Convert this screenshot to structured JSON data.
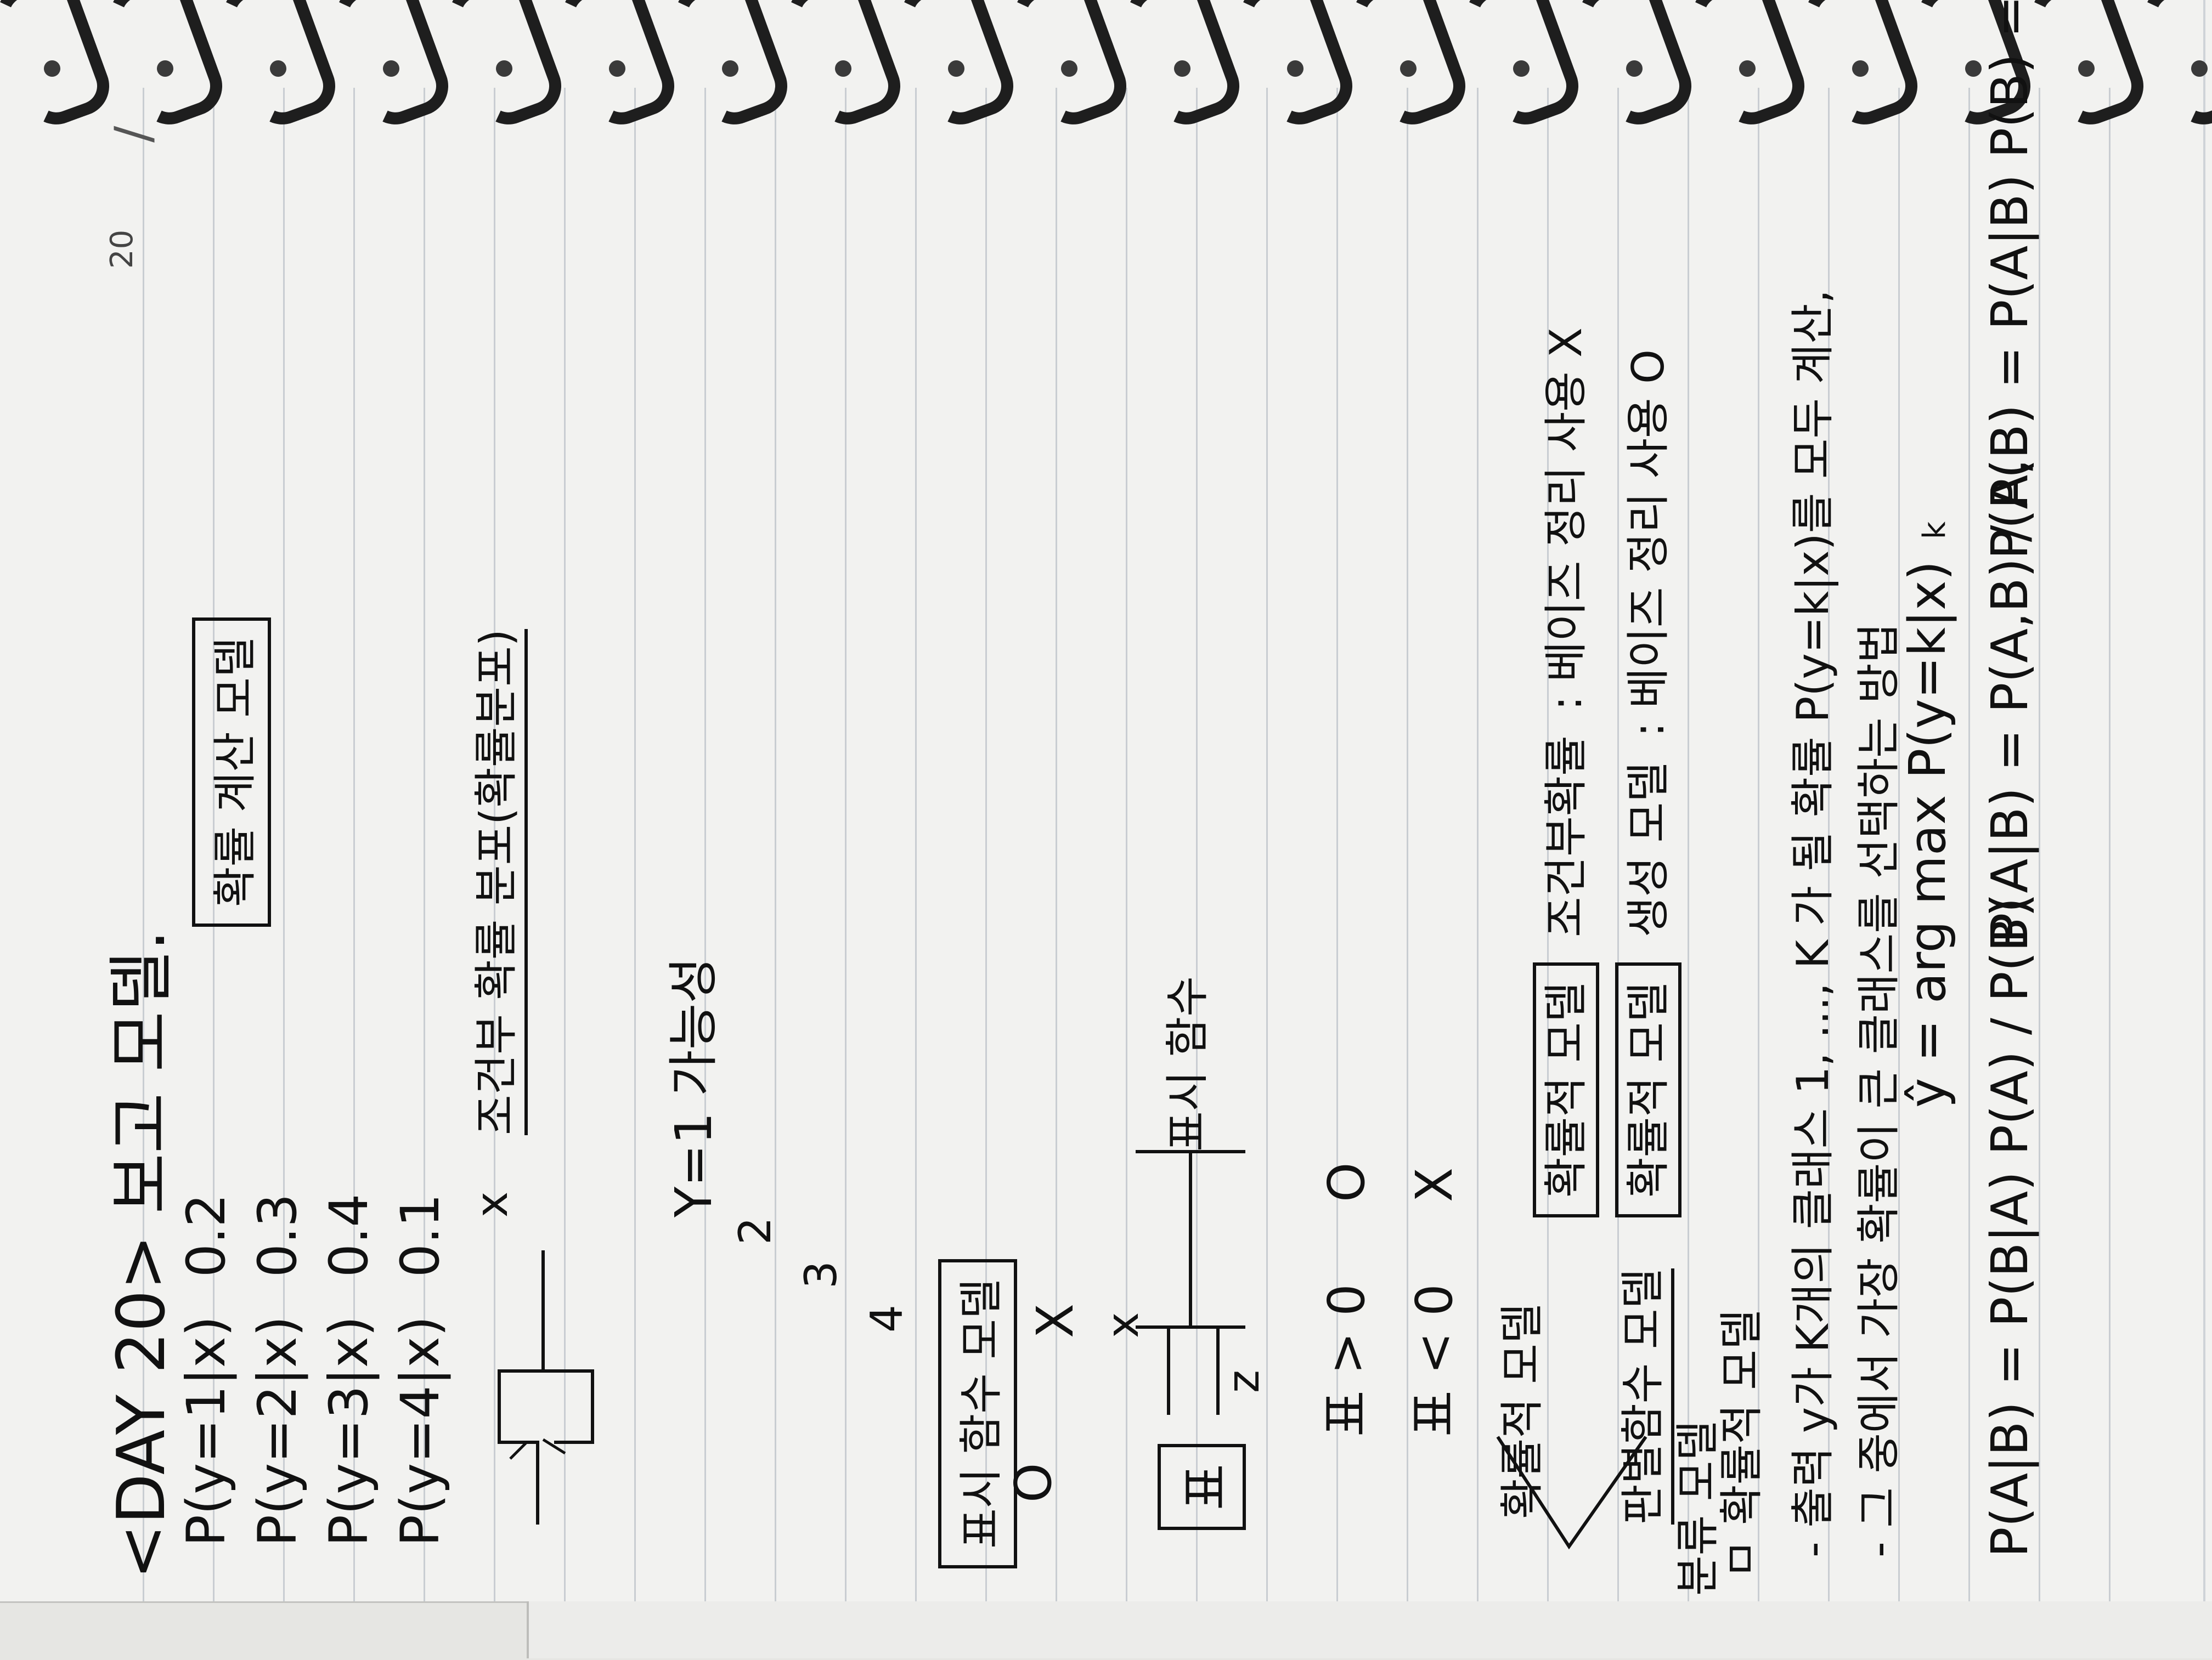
{
  "page": {
    "title": "<DAY 20> 보고 모델.",
    "page_number": "20",
    "date_mark": "/"
  },
  "probabilities": {
    "items": [
      {
        "expr": "P(y=1|x)",
        "value": "0.2"
      },
      {
        "expr": "P(y=2|x)",
        "value": "0.3"
      },
      {
        "expr": "P(y=3|x)",
        "value": "0.4"
      },
      {
        "expr": "P(y=4|x)",
        "value": "0.1"
      }
    ],
    "box_label": "확률 계산 모델"
  },
  "diagram1": {
    "input": "x",
    "caption": "조건부 확률 분포(확률분포)",
    "output": "Y=1 가능성",
    "outputs": [
      "2",
      "3",
      "4"
    ]
  },
  "diagram2": {
    "box_label": "표시 함수 모델",
    "marks": [
      "O",
      "X"
    ],
    "input_top": "x",
    "input_bottom": "z",
    "block": "표",
    "right_label": "표시 함수"
  },
  "cases": {
    "row1": [
      "표 > 0",
      "O"
    ],
    "row2": [
      "표 < 0",
      "X"
    ]
  },
  "classification": {
    "left_label": "분류 모델",
    "items": [
      "확률적 모델",
      "판별함수 모델"
    ],
    "row1_box": "확률적 모델",
    "row1_tag": "조건부확률",
    "row1_rest": ": 베이즈 정리 사용 X",
    "row2_box": "확률적 모델",
    "row2_tag": "생성 모델",
    "row2_rest": ": 베이즈 정리 사용 O"
  },
  "notes": {
    "heading": "ㅁ 확률적 모델",
    "line1": "- 출력 y가 K개의 클래스 1, ..., K 가 될 확률 P(y=k|x)를 모두 계산,",
    "line2": "- 그 중에서 가장 확률이 큰 클래스를 선택하는 방법",
    "formula": "ŷ = arg max P(y=k|x)",
    "formula_sub": "k",
    "bayes1": "P(A|B) = P(A,B) / P(B)",
    "bayes2": "P(A,B) = P(A|B) P(B) = P(B|A) P(A)",
    "bayes3": "P(A|B) = P(B|A) P(A) / P(B)"
  }
}
